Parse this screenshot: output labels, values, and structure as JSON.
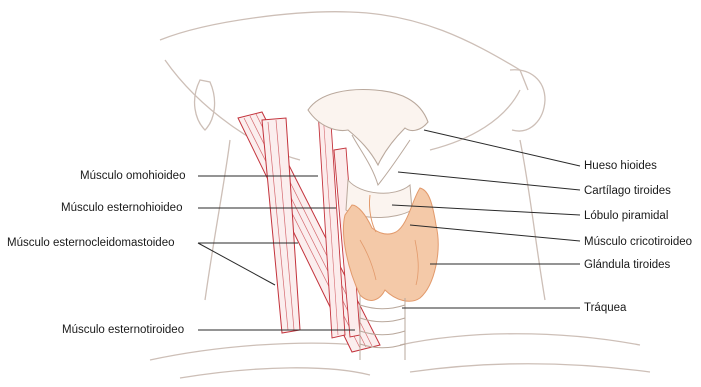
{
  "labels": {
    "omohioideo": "Músculo omohioideo",
    "esternohioideo": "Músculo esternohioideo",
    "esternocleidomastoideo": "Músculo esternocleidomastoideo",
    "esternotiroideo": "Músculo esternotiroideo",
    "hueso_hioides": "Hueso hioides",
    "cartilago_tiroides": "Cartílago tiroides",
    "lobulo_piramidal": "Lóbulo piramidal",
    "cricotiroideo": "Músculo cricotiroideo",
    "glandula_tiroides": "Glándula tiroides",
    "traquea": "Tráquea"
  },
  "colors": {
    "outline": "#c9b9b0",
    "muscle": "#c3333c",
    "gland": "#f4c9a8",
    "gland_edge": "#e29a6c",
    "leader": "#2a2a2a"
  }
}
